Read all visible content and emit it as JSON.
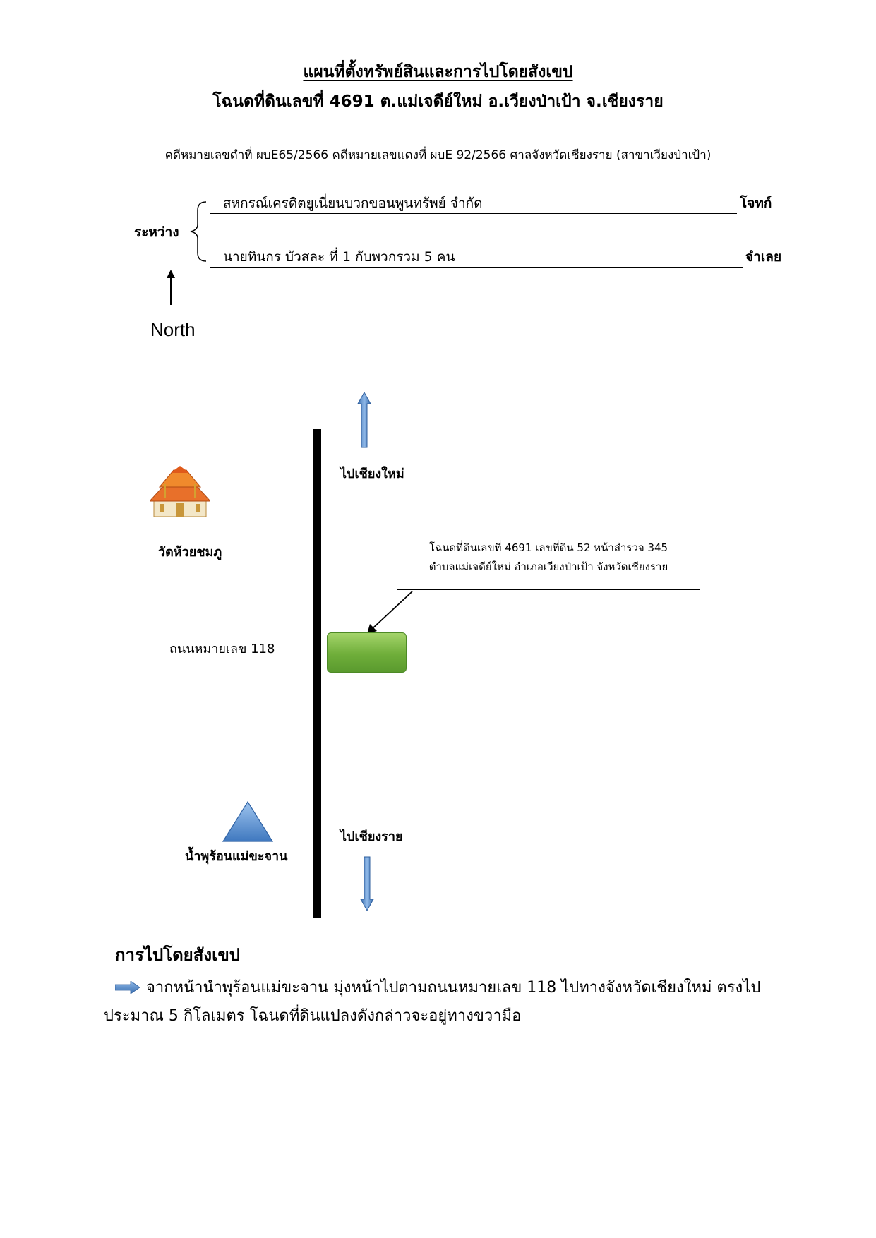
{
  "header": {
    "title": "แผนที่ตั้งทรัพย์สินและการไปโดยสังเขป",
    "subtitle": "โฉนดที่ดินเลขที่ 4691 ต.แม่เจดีย์ใหม่ อ.เวียงป่าเป้า จ.เชียงราย",
    "case_line": "คดีหมายเลขดำที่  ผบE65/2566 คดีหมายเลขแดงที่  ผบE 92/2566    ศาลจังหวัดเชียงราย (สาขาเวียงป่าเป้า)"
  },
  "parties": {
    "between_label": "ระหว่าง",
    "plaintiff_name": "สหกรณ์เครดิตยูเนี่ยนบวกขอนพูนทรัพย์  จำกัด",
    "plaintiff_role": "โจทก์",
    "defendant_name": "นายทินกร  บัวสละ ที่ 1 กับพวกรวม 5 คน",
    "defendant_role": "จำเลย"
  },
  "map": {
    "north_label": "North",
    "to_north_label": "ไปเชียงใหม่",
    "to_south_label": "ไปเชียงราย",
    "temple_label": "วัดห้วยชมภู",
    "road_label": "ถนนหมายเลข 118",
    "hot_spring_label": "น้ำพุร้อนแม่ขะจาน",
    "callout_line1": "โฉนดที่ดินเลขที่ 4691 เลขที่ดิน 52 หน้าสำรวจ 345",
    "callout_line2": "ตำบลแม่เจดีย์ใหม่  อำเภอเวียงป่าเป้า  จังหวัดเชียงราย",
    "icons": [
      "north-arrow-icon",
      "temple-icon",
      "hot-spring-triangle-icon",
      "blue-arrow-up-icon",
      "blue-arrow-down-icon",
      "parcel-marker"
    ],
    "colors": {
      "parcel": "#6fae3a",
      "arrow_blue": "#4f86c6",
      "triangle_blue": "#4a86c8"
    }
  },
  "directions": {
    "heading": "การไปโดยสังเขป",
    "line1": "จากหน้านำพุร้อนแม่ขะจาน มุ่งหน้าไปตามถนนหมายเลข 118 ไปทางจังหวัดเชียงใหม่ ตรงไป",
    "line2": "ประมาณ 5 กิโลเมตร   โฉนดที่ดินแปลงดังกล่าวจะอยู่ทางขวามือ"
  }
}
